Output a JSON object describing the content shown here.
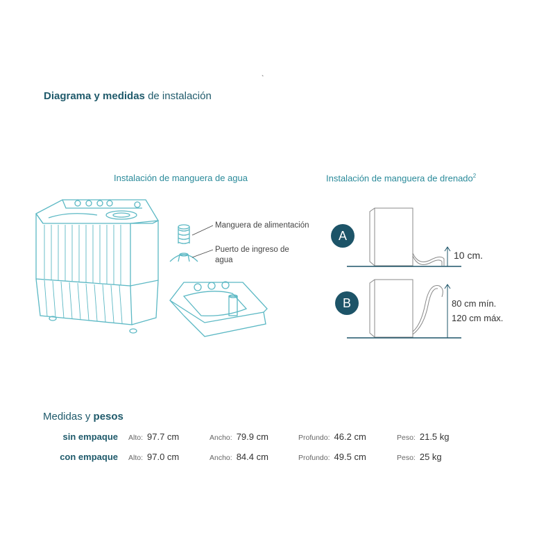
{
  "title": {
    "bold": "Diagrama y medidas",
    "rest": "de instalación"
  },
  "water_hose": {
    "heading": "Instalación de manguera de agua",
    "callout_hose": "Manguera de alimentación",
    "callout_port": "Puerto de ingreso de agua"
  },
  "drain_hose": {
    "heading": "Instalación de manguera de drenado",
    "heading_sup": "2",
    "option_a": {
      "badge": "A",
      "height": "10 cm."
    },
    "option_b": {
      "badge": "B",
      "height_min": "80 cm mín.",
      "height_max": "120 cm máx."
    }
  },
  "dimensions": {
    "title_regular": "Medidas y",
    "title_bold": "pesos",
    "labels": {
      "alto": "Alto:",
      "ancho": "Ancho:",
      "profundo": "Profundo:",
      "peso": "Peso:"
    },
    "rows": [
      {
        "label": "sin empaque",
        "alto": "97.7 cm",
        "ancho": "79.9 cm",
        "profundo": "46.2 cm",
        "peso": "21.5 kg"
      },
      {
        "label": "con empaque",
        "alto": "97.0 cm",
        "ancho": "84.4 cm",
        "profundo": "49.5 cm",
        "peso": "25 kg"
      }
    ]
  },
  "colors": {
    "accent": "#2a8a9a",
    "dark": "#1d5468",
    "line": "#5bb8c4"
  }
}
